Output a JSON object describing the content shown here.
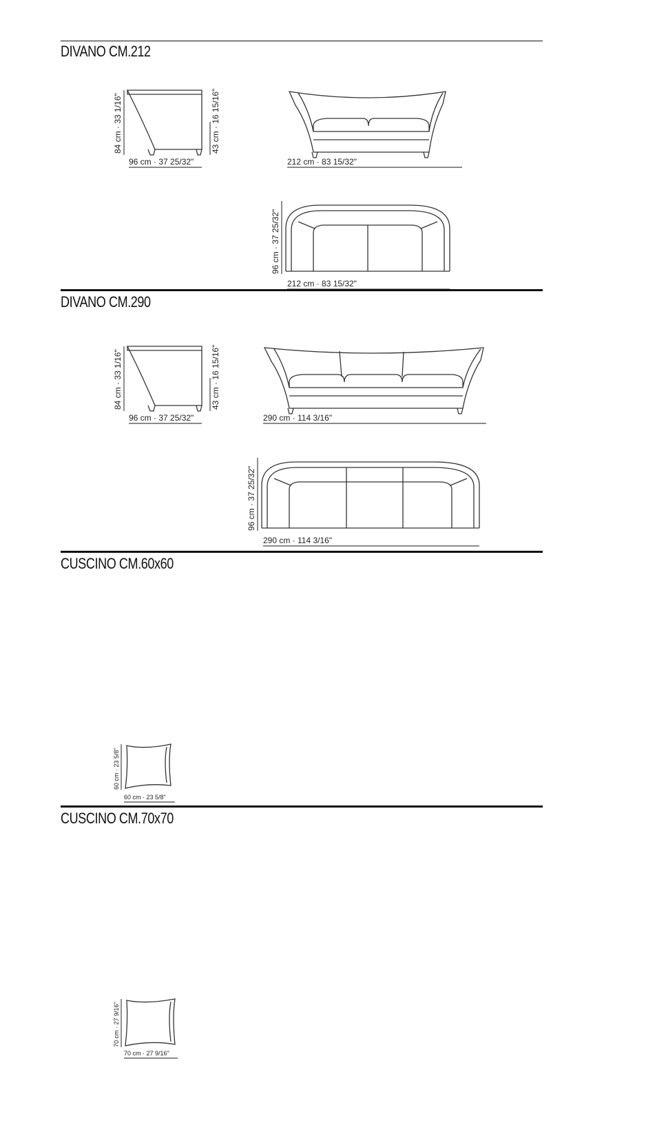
{
  "sections": [
    {
      "title": "DIVANO CM.212",
      "side_view": {
        "depth_label": "96 cm · 37 25/32\"",
        "height_label": "84 cm · 33 1/16\"",
        "seat_label": "43 cm · 16 15/16\""
      },
      "front_view": {
        "width_label": "212 cm · 83 15/32\""
      },
      "top_view": {
        "width_label": "212 cm · 83 15/32\"",
        "depth_label": "96 cm · 37 25/32\""
      }
    },
    {
      "title": "DIVANO CM.290",
      "side_view": {
        "depth_label": "96 cm · 37 25/32\"",
        "height_label": "84 cm · 33 1/16\"",
        "seat_label": "43 cm · 16 15/16\""
      },
      "front_view": {
        "width_label": "290 cm · 114 3/16\""
      },
      "top_view": {
        "width_label": "290 cm · 114 3/16\"",
        "depth_label": "96 cm · 37 25/32\""
      }
    },
    {
      "title": "CUSCINO CM.60x60",
      "cushion": {
        "width_label": "60 cm · 23 5/8\"",
        "height_label": "60 cm · 23 5/8\""
      }
    },
    {
      "title": "CUSCINO CM.70x70",
      "cushion": {
        "width_label": "70 cm · 27 9/16\"",
        "height_label": "70 cm · 27 9/16\""
      }
    }
  ]
}
